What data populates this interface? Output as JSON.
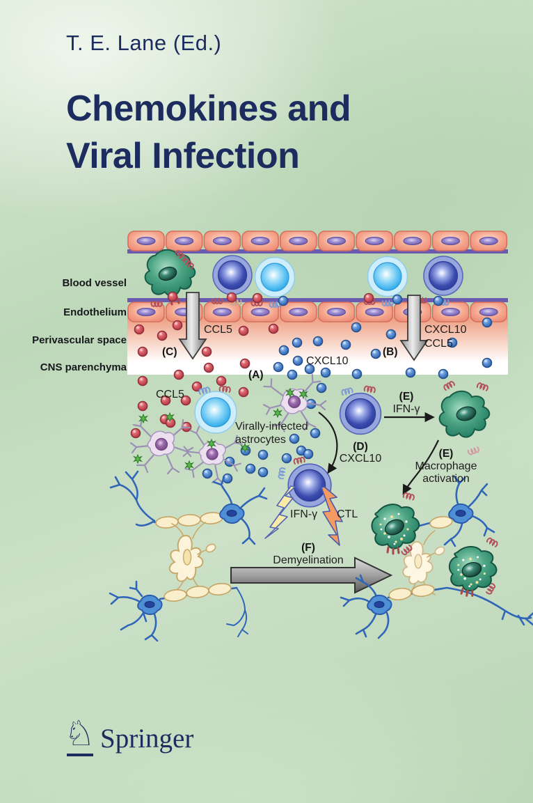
{
  "cover": {
    "author": "T. E. Lane (Ed.)",
    "title_line1": "Chemokines and",
    "title_line2": "Viral Infection",
    "publisher": "Springer",
    "publisher_logo_glyph": "♘",
    "colors": {
      "navy": "#1c2c5e",
      "background_green": "#c4dcc0"
    }
  },
  "figure": {
    "region_labels": {
      "blood_vessel": "Blood vessel",
      "endothelium": "Endothelium",
      "perivascular_space": "Perivascular space",
      "cns_parenchyma": "CNS parenchyma"
    },
    "annotations": {
      "ccl5_c": "CCL5",
      "step_c": "(C)",
      "cxcl10_b": "CXCL10",
      "ccl5_b": "CCL5",
      "step_b": "(B)",
      "step_a": "(A)",
      "cxcl10_a": "CXCL10",
      "ccl5_parenchyma": "CCL5",
      "virally_infected_1": "Virally-infected",
      "virally_infected_2": "astrocytes",
      "step_e1": "(E)",
      "ifn_gamma_e": "IFN-γ",
      "step_d": "(D)",
      "cxcl10_d": "CXCL10",
      "step_e2": "(E)",
      "macrophage_activation_1": "Macrophage",
      "macrophage_activation_2": "activation",
      "ifn_gamma_ctl": "IFN-γ",
      "ctl": "CTL",
      "step_f": "(F)",
      "demyelination": "Demyelination"
    },
    "legend_colors": {
      "ccl5_molecule_red": "#c64a59",
      "cxcl10_molecule_blue": "#4a7fc4",
      "macrophage_green": "#2e8f72",
      "endothelial_cell_pink": "#f19a84",
      "astrocyte_lavender": "#eadcef",
      "neuron_blue": "#4f8fd6",
      "myelin_cream": "#f7ecc9",
      "tcell_dark_blue": "#3c4cae",
      "tcell_light_blue": "#49bdf0"
    }
  }
}
